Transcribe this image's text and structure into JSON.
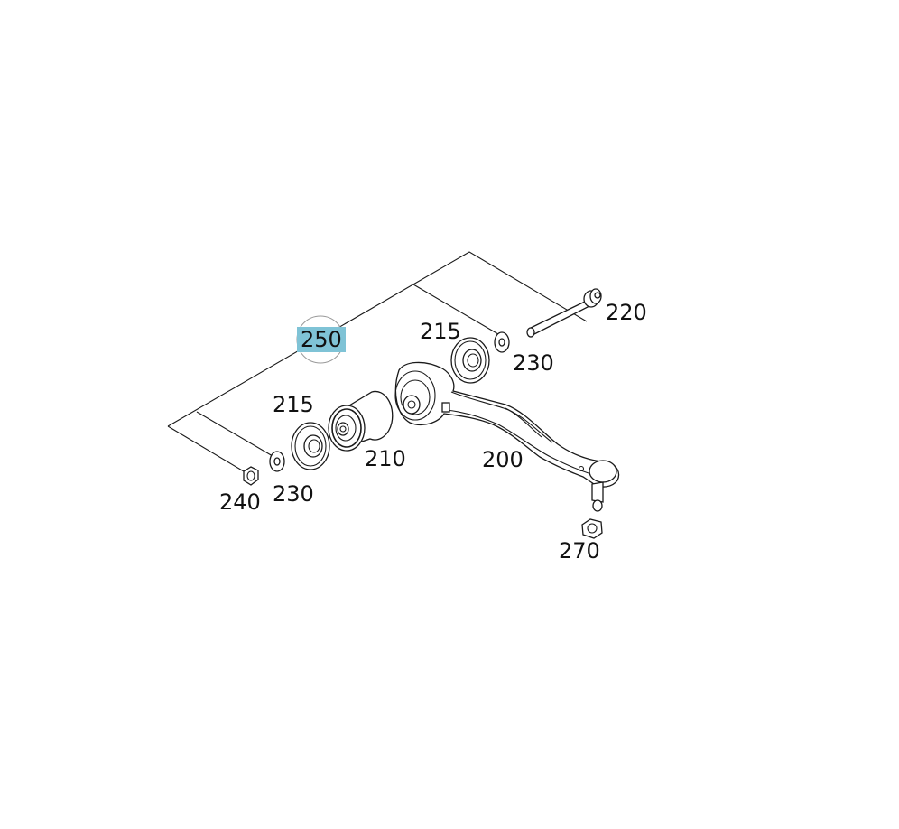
{
  "diagram": {
    "selected_callout": "250",
    "colors": {
      "highlight": "#7fc3d6",
      "line": "#1a1a1a",
      "background": "#ffffff"
    },
    "labels": {
      "p250": "250",
      "p220": "220",
      "p215_right": "215",
      "p230_right": "230",
      "p215_left": "215",
      "p210": "210",
      "p200": "200",
      "p240": "240",
      "p230_left": "230",
      "p270": "270"
    }
  }
}
